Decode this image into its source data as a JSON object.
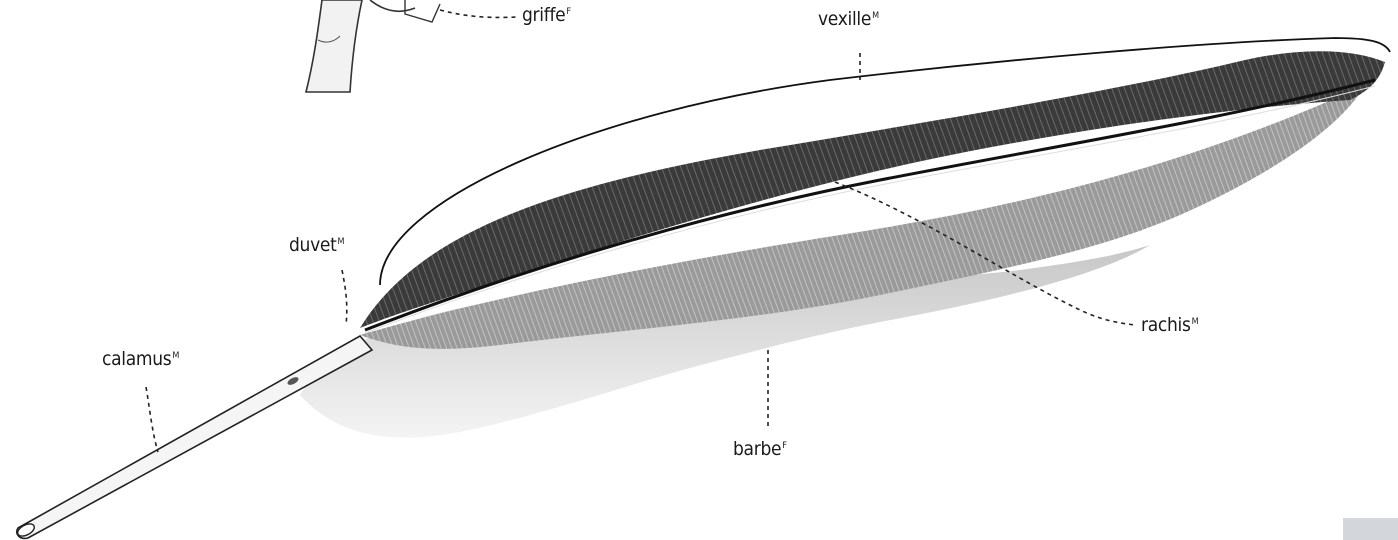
{
  "diagram": {
    "labels": {
      "griffe": {
        "text": "griffe",
        "sup": "F"
      },
      "vexille": {
        "text": "vexille",
        "sup": "M"
      },
      "duvet": {
        "text": "duvet",
        "sup": "M"
      },
      "calamus": {
        "text": "calamus",
        "sup": "M"
      },
      "rachis": {
        "text": "rachis",
        "sup": "M"
      },
      "barbe": {
        "text": "barbe",
        "sup": "F"
      }
    },
    "colors": {
      "vane_dark": "#2b2b2b",
      "vane_mid": "#8a8a8a",
      "down_light": "#d6d6d6",
      "shaft": "#f4f4f4",
      "ink": "#1a1a1a"
    }
  }
}
